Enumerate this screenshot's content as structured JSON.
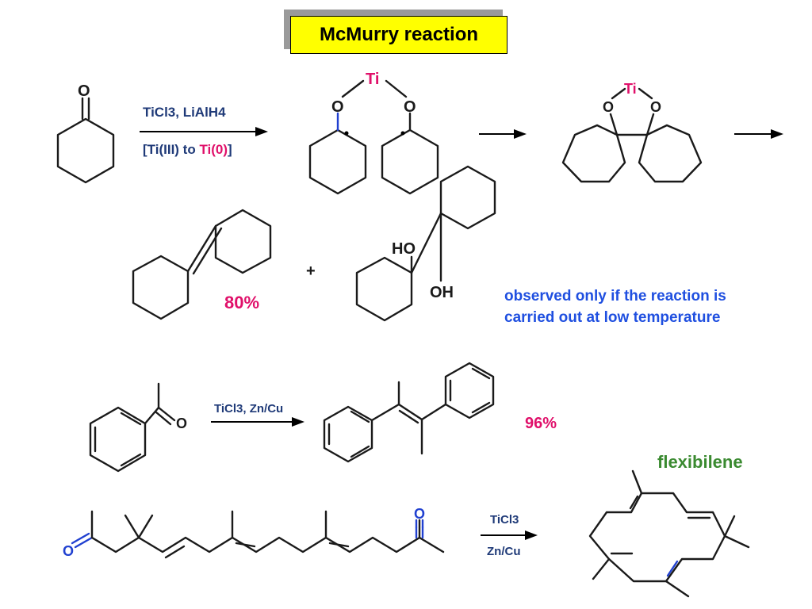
{
  "title": "McMurry reaction",
  "reaction1": {
    "reagent_top": "TiCl3, LiAlH4",
    "reagent_bottom_a": "[Ti(III) to ",
    "reagent_bottom_b": "Ti(0)",
    "reagent_bottom_c": "]"
  },
  "atoms": {
    "oxygen": "O",
    "titanium": "Ti",
    "ho": "HO",
    "oh": "OH"
  },
  "products1": {
    "plus": "+",
    "yield_alkene": "80%",
    "note_line1": "observed only if the reaction is",
    "note_line2": "carried out at low temperature"
  },
  "reaction2": {
    "reagent": "TiCl3, Zn/Cu",
    "yield": "96%"
  },
  "reaction3": {
    "reagent_top": "TiCl3",
    "reagent_bottom": "Zn/Cu",
    "product_name": "flexibilene"
  },
  "colors": {
    "title_bg": "#ffff00",
    "red": "#e0106a",
    "blue": "#1f4fe0",
    "green": "#3a8a30",
    "navy": "#1f3a78"
  }
}
